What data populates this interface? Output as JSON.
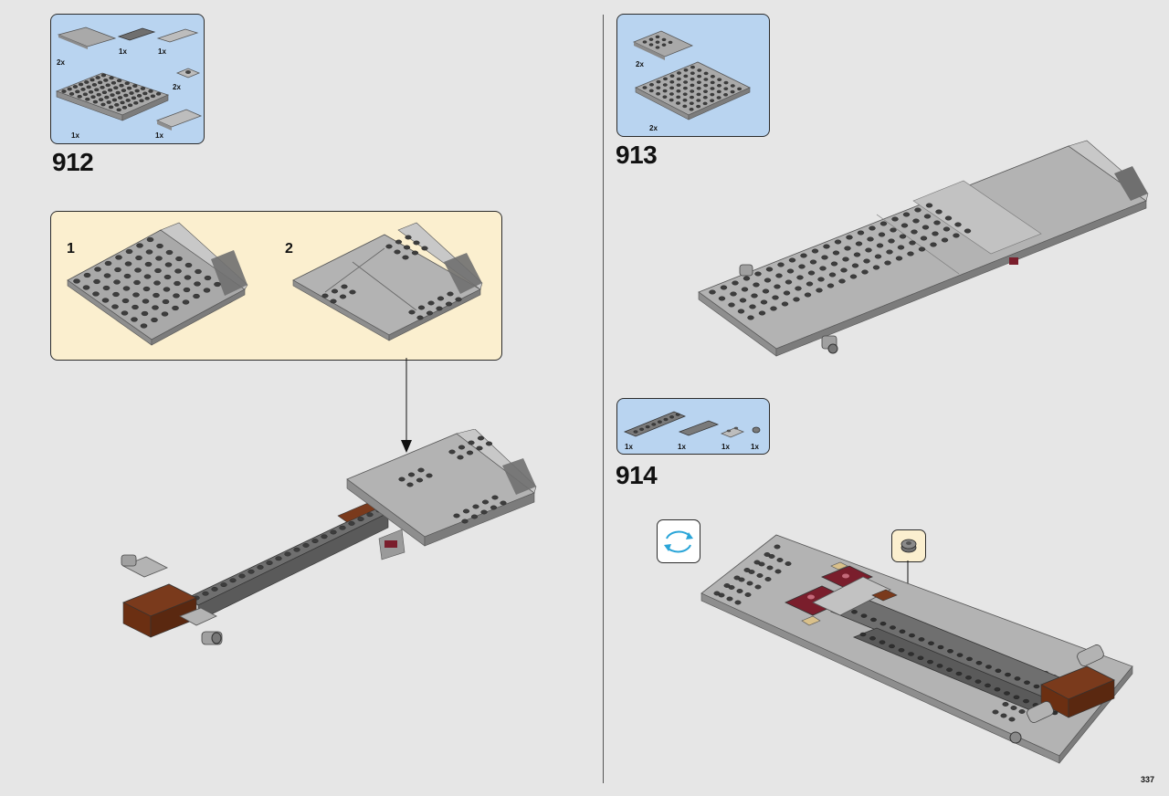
{
  "page": {
    "number": "337"
  },
  "steps": [
    {
      "number": "912",
      "parts": [
        {
          "qty": "2x"
        },
        {
          "qty": "1x"
        },
        {
          "qty": "1x"
        },
        {
          "qty": "2x"
        },
        {
          "qty": "1x"
        },
        {
          "qty": "1x"
        }
      ],
      "substeps": [
        {
          "number": "1"
        },
        {
          "number": "2"
        }
      ]
    },
    {
      "number": "913",
      "parts": [
        {
          "qty": "2x"
        },
        {
          "qty": "2x"
        }
      ]
    },
    {
      "number": "914",
      "parts": [
        {
          "qty": "1x"
        },
        {
          "qty": "1x"
        },
        {
          "qty": "1x"
        },
        {
          "qty": "1x"
        }
      ]
    }
  ],
  "icons": {
    "rotate": "rotate-model-icon",
    "highlight": "round-plate-callout-icon",
    "arrow": "placement-arrow-icon"
  },
  "colors": {
    "parts_box": "#b9d4f0",
    "substep_box": "#fbefcf",
    "background": "#e6e6e6",
    "light_gray": "#a9a9a9",
    "dark_gray": "#6f6f6f",
    "dark_red": "#7a1e2c",
    "brown": "#6b2f12",
    "rotate_arrows": "#2aa5d8"
  }
}
